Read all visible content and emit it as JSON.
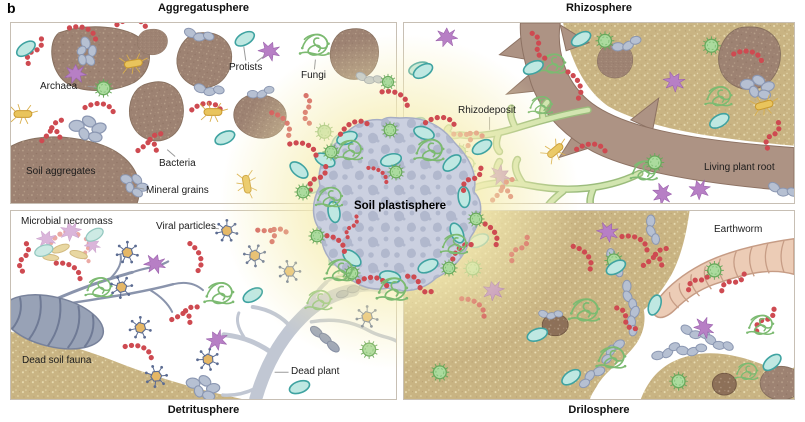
{
  "figure_label": "b",
  "panels": {
    "aggregatusphere": {
      "title": "Aggregatusphere",
      "labels": {
        "archaea": "Archaea",
        "protists": "Protists",
        "fungi": "Fungi",
        "soil_aggregates": "Soil aggregates",
        "bacteria": "Bacteria",
        "mineral_grains": "Mineral grains"
      }
    },
    "rhizosphere": {
      "title": "Rhizosphere",
      "labels": {
        "rhizodeposit": "Rhizodeposit",
        "living_plant_root": "Living plant root"
      }
    },
    "detritusphere": {
      "title": "Detritusphere",
      "labels": {
        "microbial_necromass": "Microbial necromass",
        "viral_particles": "Viral particles",
        "dead_soil_fauna": "Dead soil fauna",
        "dead_plant": "Dead plant"
      }
    },
    "drilosphere": {
      "title": "Drilosphere",
      "labels": {
        "earthworm": "Earthworm"
      }
    }
  },
  "center_label": "Soil plastisphere",
  "colors": {
    "bacteria_chain": "#ce4a51",
    "protist_oval": "#bfe8e2",
    "protist_amoeba": "#b77fc5",
    "fungi": "#7cba71",
    "archaea": "#abdb9e",
    "virus_capsid": "#e5b766",
    "virus_spike": "#5c6c92",
    "mineral_grain": "#b6c0d2",
    "soil_aggregate": "#9d8272",
    "soil": "#c9b483",
    "plastic_particle": "#cbd0e0",
    "glow": "#f6eeb4",
    "living_root": "#ad9384",
    "rhizodeposit": "#d2e5b0",
    "earthworm": "#ecccb6",
    "dead_plant": "#c1c7d3",
    "dead_fauna": "#98a2b6",
    "panel_border": "#c7bfb4"
  }
}
